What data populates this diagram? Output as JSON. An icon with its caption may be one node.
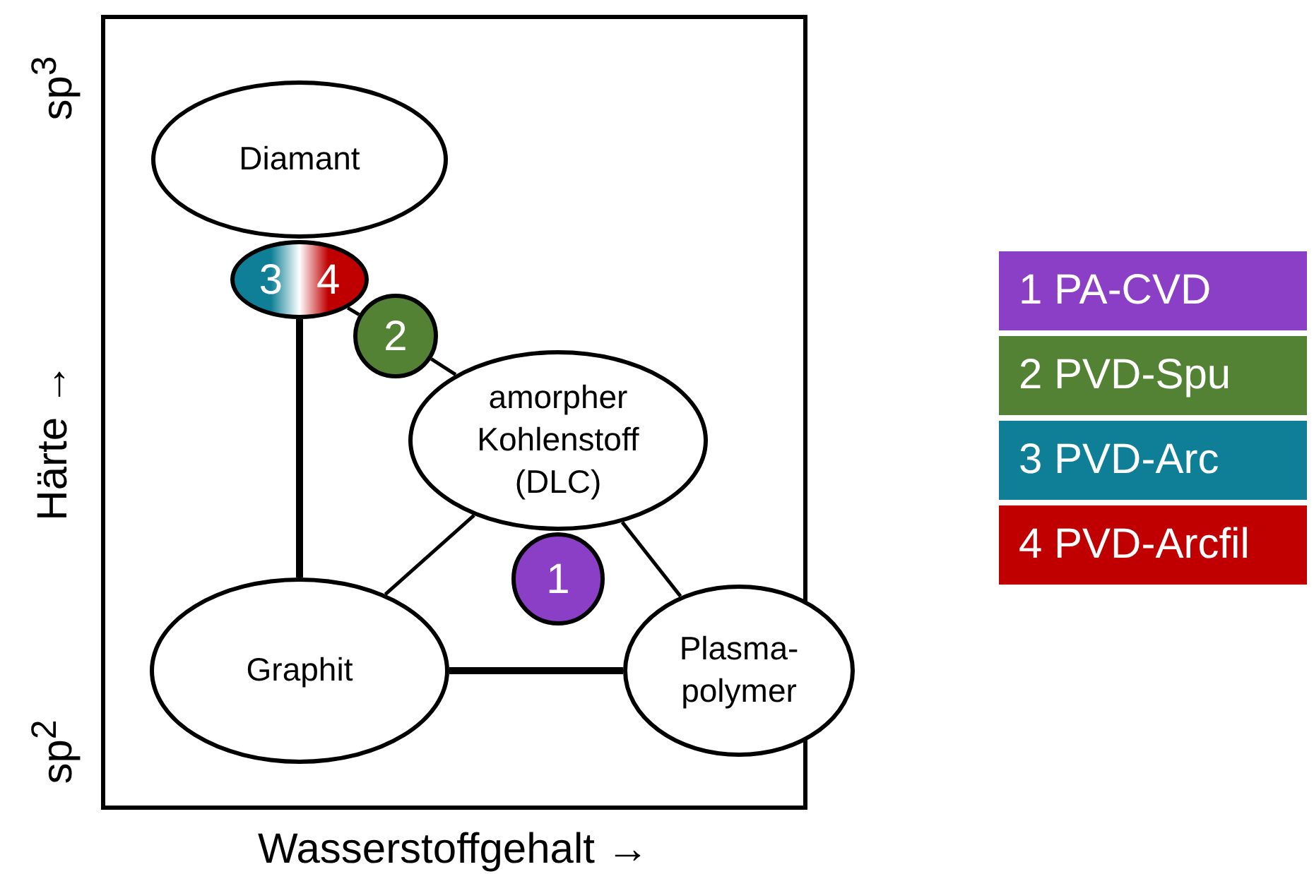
{
  "diagram": {
    "nodes": [
      {
        "text": [
          "Diamant"
        ]
      },
      {
        "text": [
          "3",
          "4"
        ]
      },
      {
        "text": [
          "2"
        ]
      },
      {
        "text": [
          "amorpher Kohlenstoff (DLC)"
        ]
      },
      {
        "text": [
          "1"
        ]
      },
      {
        "text": [
          "Graphit"
        ]
      },
      {
        "text": [
          "Plasma-polymer"
        ]
      }
    ],
    "edges": [
      {
        "from": 1,
        "to": 5,
        "arrow": "none",
        "style": "thick"
      },
      {
        "from": 1,
        "to": 2,
        "arrow": "none"
      },
      {
        "from": 2,
        "to": 3,
        "arrow": "none"
      },
      {
        "from": 3,
        "to": 5,
        "arrow": "none"
      },
      {
        "from": 3,
        "to": 6,
        "arrow": "none"
      },
      {
        "from": 5,
        "to": 6,
        "arrow": "none",
        "style": "thick"
      }
    ],
    "labels": [
      "sp$^{3}$",
      "Härte →",
      "sp$^{2}$",
      "Wasserstoffgehalt →"
    ],
    "legend": [
      {
        "text": "1 PA-CVD",
        "color": "#8b3fc6"
      },
      {
        "text": "2 PVD-Spu",
        "color": "#548235"
      },
      {
        "text": "3 PVD-Arc",
        "color": "#0e7f96"
      },
      {
        "text": "4 PVD-Arcfil",
        "color": "#c00000"
      }
    ]
  }
}
